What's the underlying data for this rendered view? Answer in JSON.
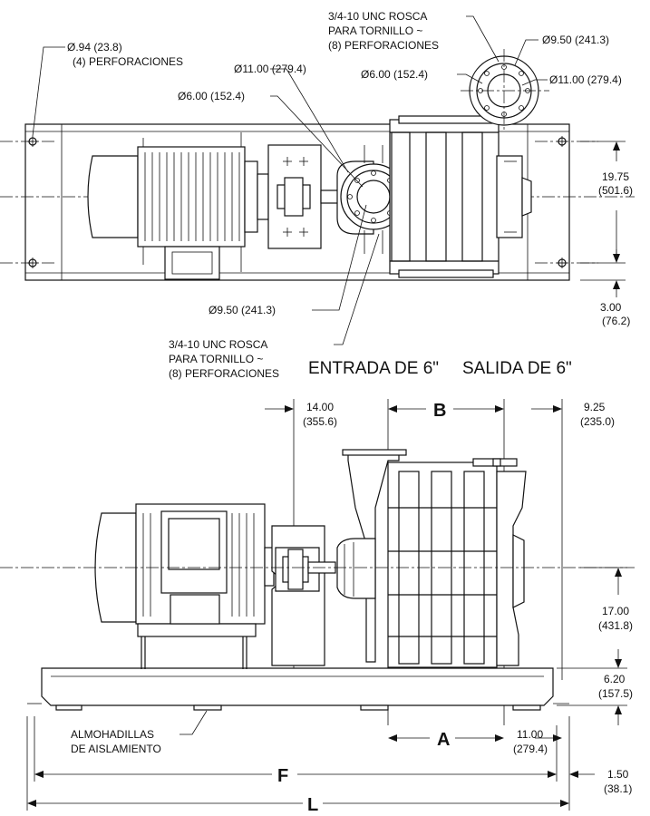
{
  "top_view": {
    "hole_dia": "Ø.94 (23.8)",
    "hole_count": "(4) PERFORACIONES",
    "outlet_thread_1": "3/4-10 UNC ROSCA",
    "outlet_thread_2": "PARA TORNILLO ~",
    "outlet_thread_3": "(8) PERFORACIONES",
    "outlet_dia_950": "Ø9.50 (241.3)",
    "outlet_dia_1100": "Ø11.00 (279.4)",
    "outlet_dia_600": "Ø6.00 (152.4)",
    "inlet_dia_1100": "Ø11.00 (279.4)",
    "inlet_dia_600": "Ø6.00 (152.4)",
    "inlet_dia_950": "Ø9.50 (241.3)",
    "inlet_thread_1": "3/4-10 UNC ROSCA",
    "inlet_thread_2": "PARA TORNILLO ~",
    "inlet_thread_3": "(8) PERFORACIONES",
    "dim_1975_a": "19.75",
    "dim_1975_b": "(501.6)",
    "dim_300_a": "3.00",
    "dim_300_b": "(76.2)",
    "inlet_caption": "ENTRADA DE 6\"",
    "outlet_caption": "SALIDA DE 6\""
  },
  "side_view": {
    "dim_1400_a": "14.00",
    "dim_1400_b": "(355.6)",
    "dim_b": "B",
    "dim_925_a": "9.25",
    "dim_925_b": "(235.0)",
    "dim_1700_a": "17.00",
    "dim_1700_b": "(431.8)",
    "dim_620_a": "6.20",
    "dim_620_b": "(157.5)",
    "pads_1": "ALMOHADILLAS",
    "pads_2": "DE AISLAMIENTO",
    "dim_a": "A",
    "dim_1100_a": "11.00",
    "dim_1100_b": "(279.4)",
    "dim_f": "F",
    "dim_150_a": "1.50",
    "dim_150_b": "(38.1)",
    "dim_l": "L"
  }
}
